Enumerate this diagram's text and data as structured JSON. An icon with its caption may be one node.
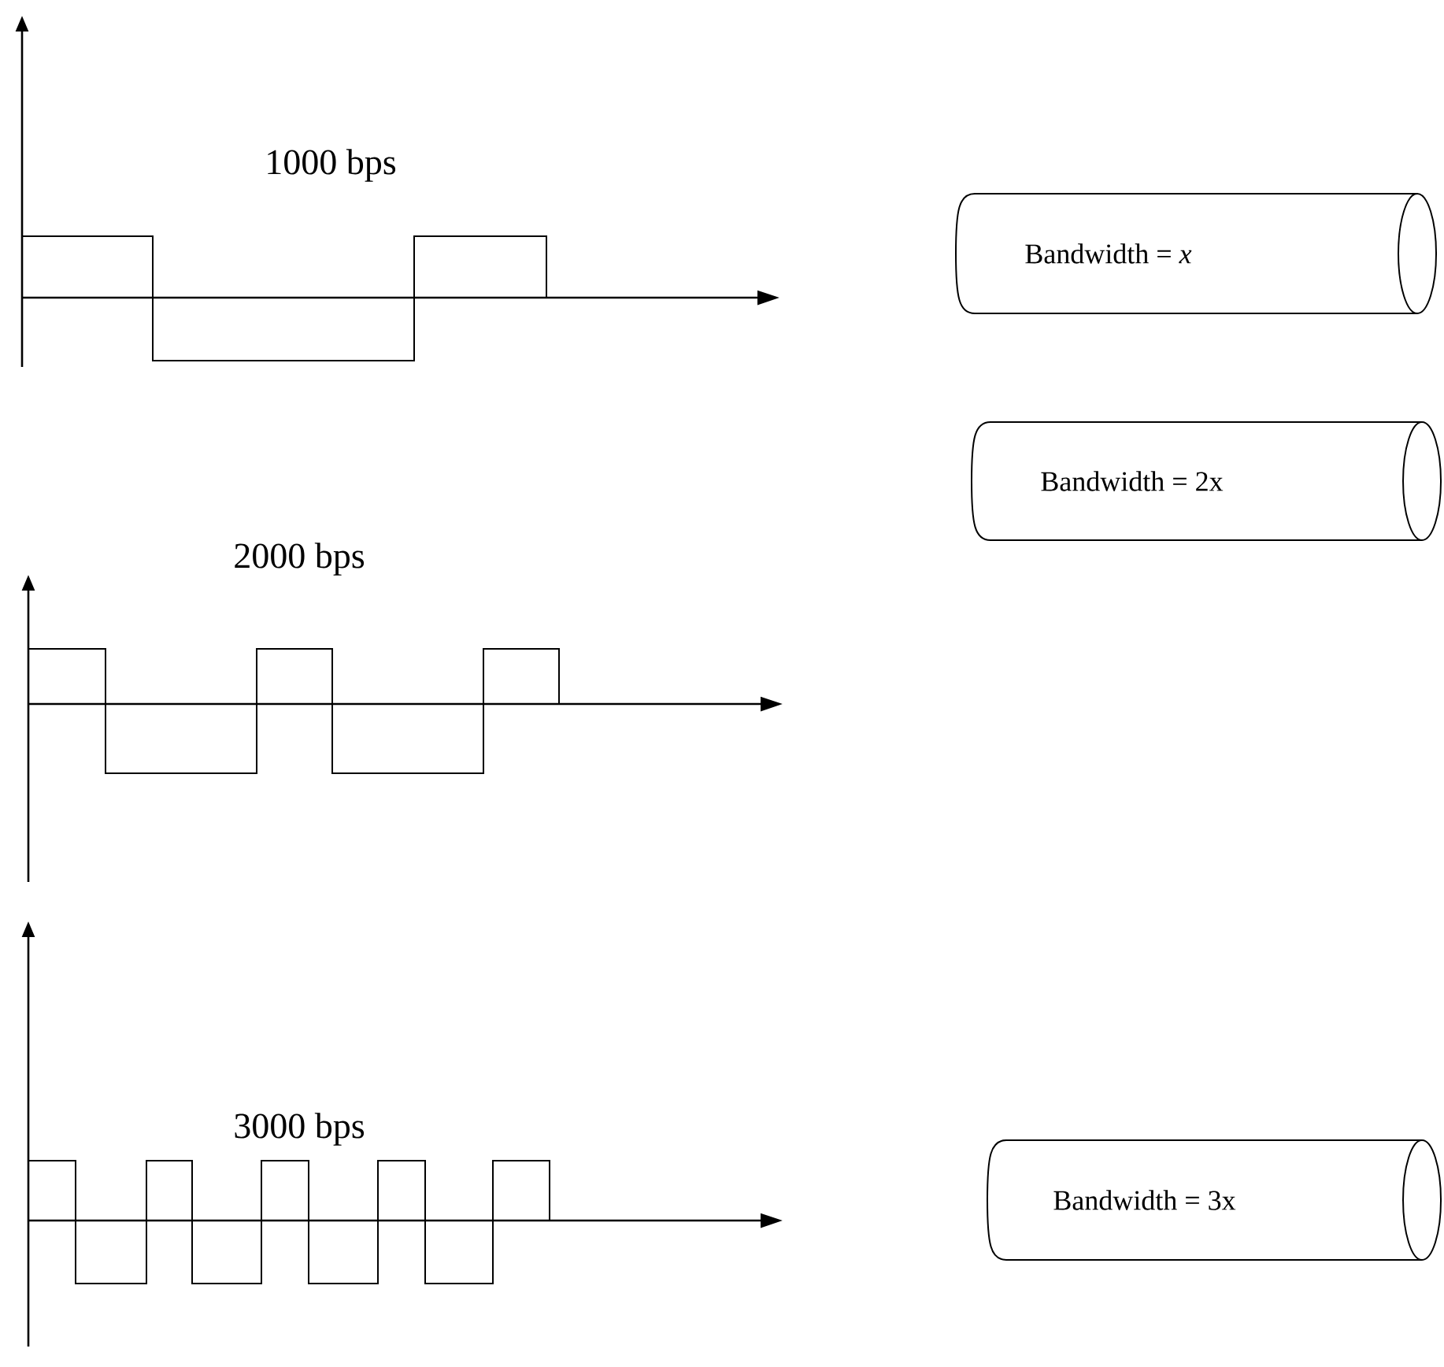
{
  "diagram": {
    "nodes": [
      {
        "text": [
          "Bandwidth = *x*"
        ]
      },
      {
        "text": [
          "Bandwidth = 2x"
        ]
      },
      {
        "text": [
          "Bandwidth = 3x"
        ]
      }
    ],
    "labels": [
      "1000 bps",
      "2000 bps",
      "3000 bps"
    ]
  }
}
